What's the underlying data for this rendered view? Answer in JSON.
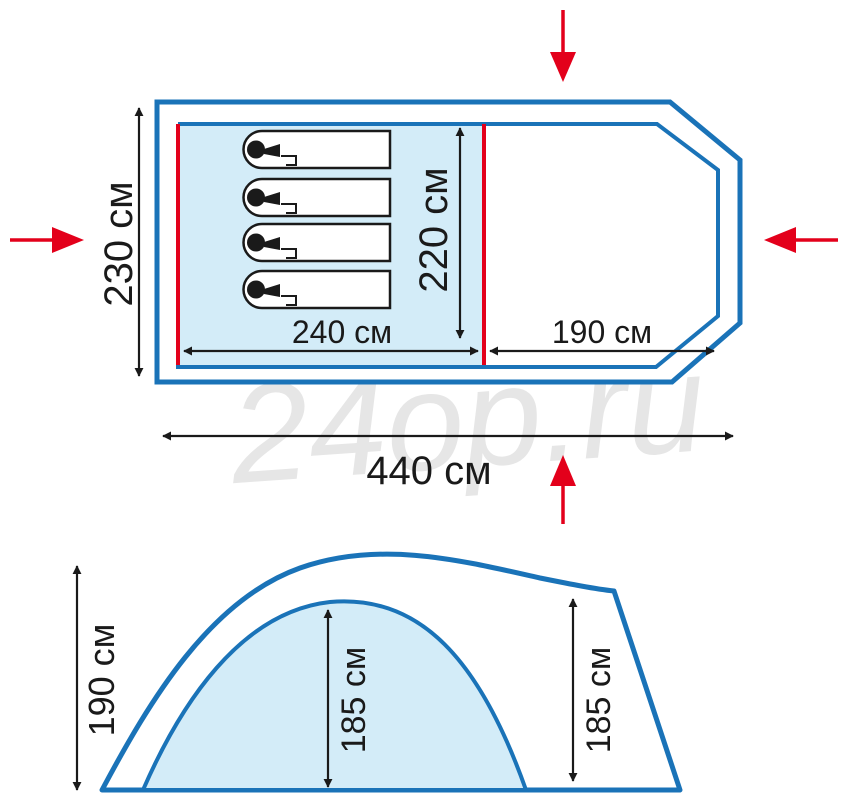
{
  "watermark": "24op.ru",
  "plan": {
    "width_label": "230 см",
    "inner_height_label": "220 см",
    "bedroom_label": "240 см",
    "vestibule_label": "190 см",
    "total_length_label": "440 см"
  },
  "profile": {
    "total_height_label": "190 см",
    "inner_height_label": "185 см",
    "vestibule_height_label": "185 см"
  },
  "colors": {
    "outline": "#1a73b8",
    "inner_fill": "#d3ecf8",
    "divider": "#e3001b",
    "entrance_arrow": "#e3001b",
    "dimension": "#1a1a1a"
  },
  "sleeping_places": 4
}
